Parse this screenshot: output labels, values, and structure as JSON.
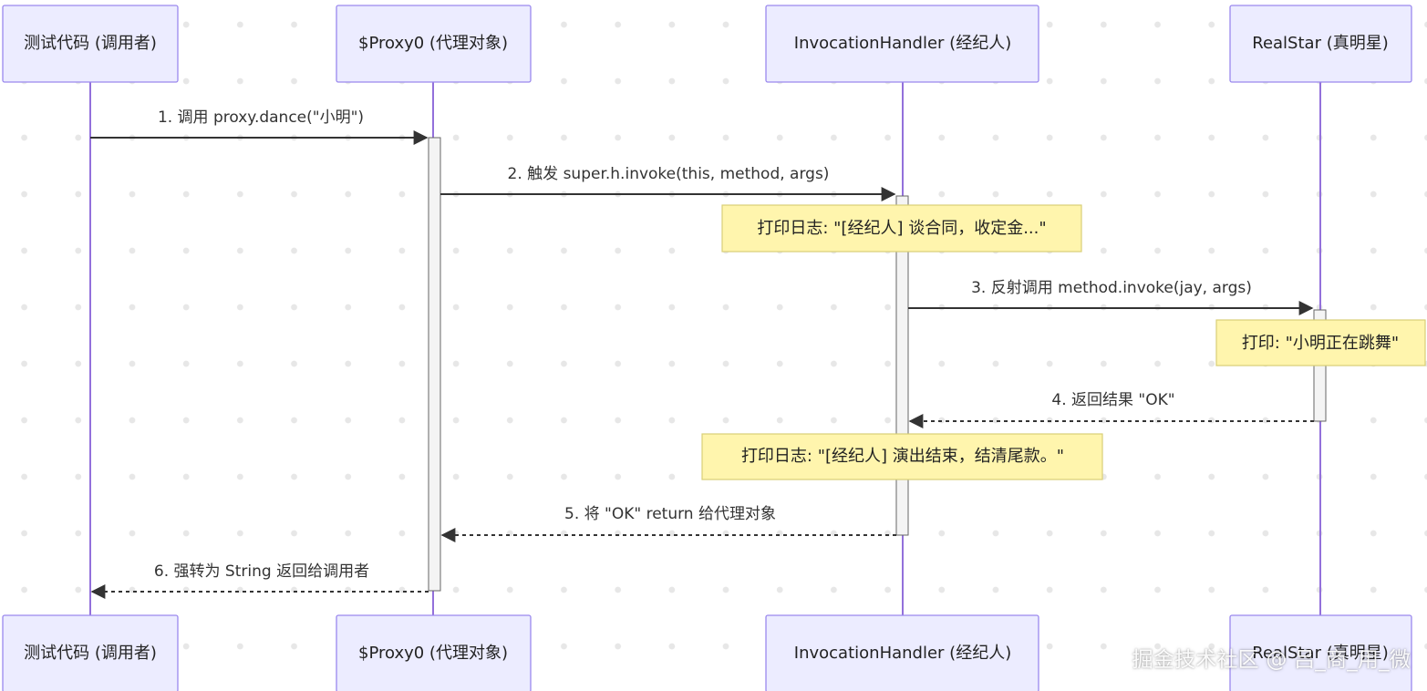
{
  "actors": [
    {
      "label": "测试代码 (调用者)"
    },
    {
      "label": "$Proxy0 (代理对象)"
    },
    {
      "label": "InvocationHandler (经纪人)"
    },
    {
      "label": "RealStar (真明星)"
    }
  ],
  "messages": [
    {
      "label": "1. 调用 proxy.dance(\"小明\")",
      "style": "solid"
    },
    {
      "label": "2. 触发 super.h.invoke(this, method, args)",
      "style": "solid"
    },
    {
      "label": "3. 反射调用 method.invoke(jay, args)",
      "style": "solid"
    },
    {
      "label": "4. 返回结果 \"OK\"",
      "style": "dashed"
    },
    {
      "label": "5. 将 \"OK\" return 给代理对象",
      "style": "dashed"
    },
    {
      "label": "6. 强转为 String 返回给调用者",
      "style": "dashed"
    }
  ],
  "notes": [
    {
      "label": "打印日志: \"[经纪人] 谈合同，收定金...\""
    },
    {
      "label": "打印: \"小明正在跳舞\""
    },
    {
      "label": "打印日志: \"[经纪人] 演出结束，结清尾款。\""
    }
  ],
  "watermark": "掘金技术社区 @ 吕_商_用_微",
  "colors": {
    "actor_fill": "#ececff",
    "actor_border": "#9a88ee",
    "lifeline": "#9370db",
    "note_fill": "#fff5ad",
    "note_border": "#d8cf77",
    "arrow": "#333333"
  }
}
